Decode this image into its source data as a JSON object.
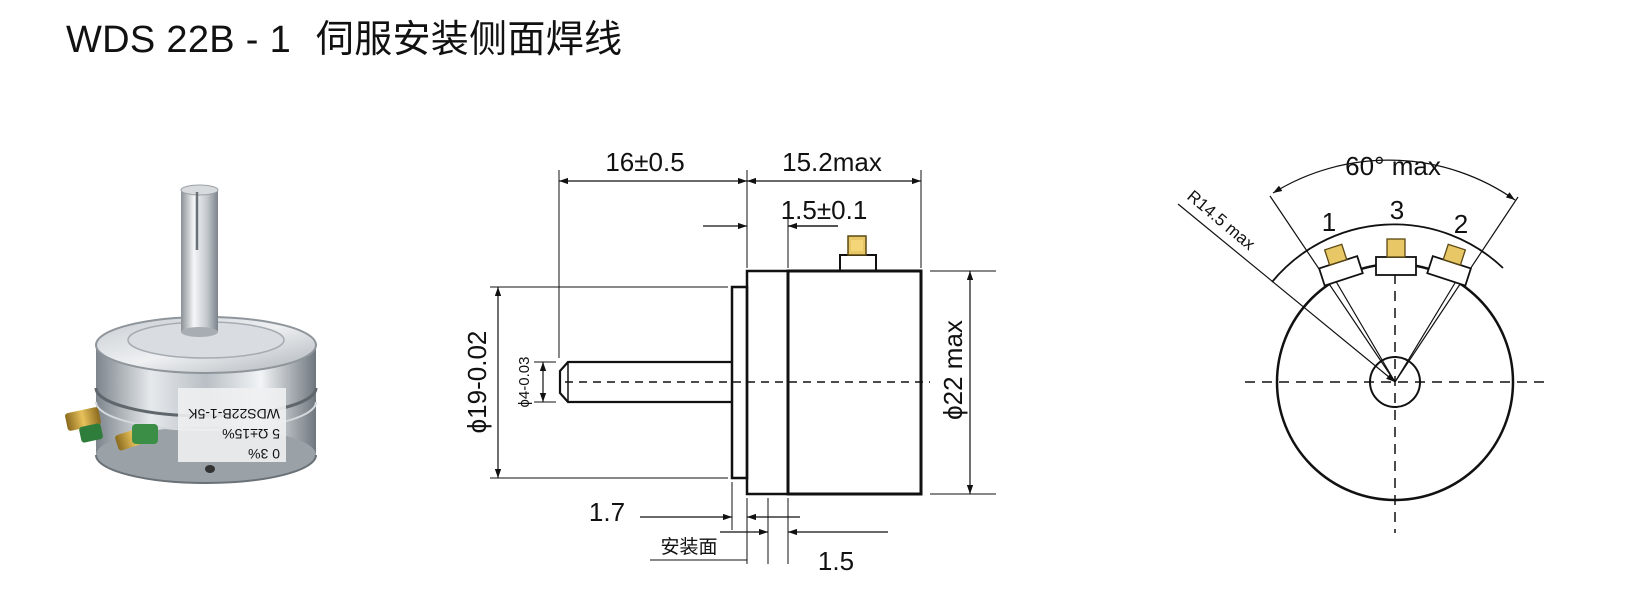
{
  "title": {
    "model": "WDS 22B - 1",
    "description": "伺服安装侧面焊线"
  },
  "photo_label": {
    "line1": "0 3%",
    "line2": "5 Ω±15%",
    "line3": "WDS22B-1-5K"
  },
  "side_view": {
    "dim_shaft_length": "16±0.5",
    "dim_body_length": "15.2max",
    "dim_flange": "1.5±0.1",
    "dim_flange_dia": "ϕ19-0.02",
    "dim_shaft_dia": "ϕ4-0.03",
    "dim_body_dia": "ϕ22 max",
    "dim_bottom_left": "1.7",
    "dim_bottom_right": "1.5",
    "mount_face_label": "安装面"
  },
  "end_view": {
    "angle": "60° max",
    "radius": "R14.5 max",
    "terminal_1": "1",
    "terminal_2": "2",
    "terminal_3": "3"
  }
}
